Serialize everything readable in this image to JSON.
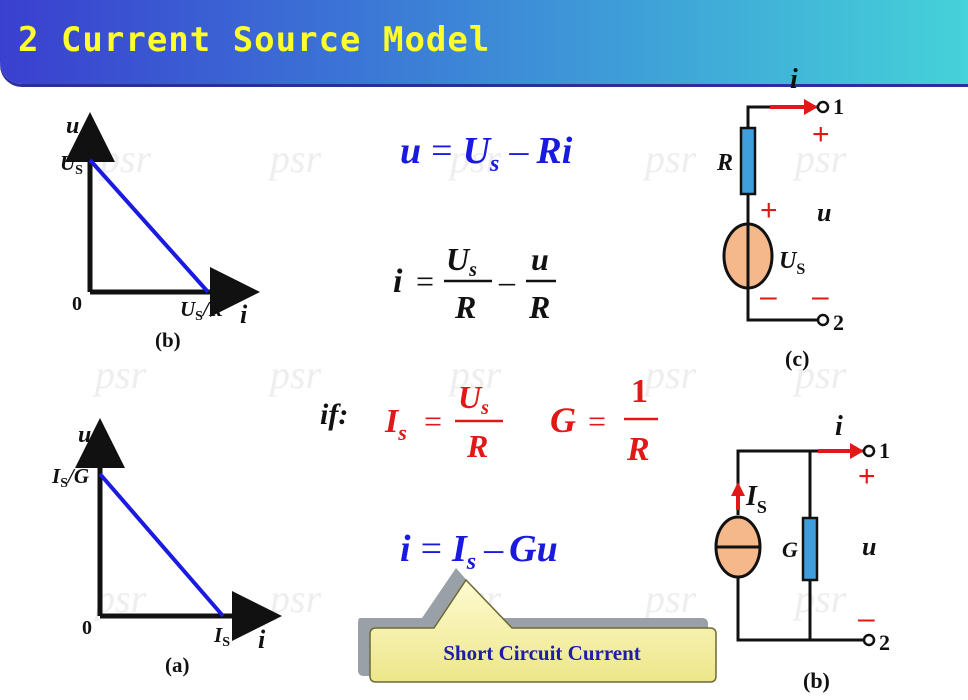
{
  "title": "2  Current Source Model",
  "watermark": "psr",
  "graph_top": {
    "axis_u": "u",
    "axis_i": "i",
    "origin": "0",
    "y_intercept": "U",
    "y_intercept_sub": "S",
    "x_intercept": "U",
    "x_intercept_sub": "S",
    "x_intercept_tail": "/R",
    "caption": "(b)"
  },
  "graph_bottom": {
    "axis_u": "u",
    "axis_i": "i",
    "origin": "0",
    "y_intercept": "I",
    "y_intercept_sub": "S",
    "y_intercept_tail": "/G",
    "x_intercept": "I",
    "x_intercept_sub": "S",
    "caption": "(a)"
  },
  "equations": {
    "eq1": {
      "u": "u",
      "eq": "=",
      "U": "U",
      "s": "s",
      "minus": "–",
      "Ri": "Ri"
    },
    "eq2": {
      "i": "i",
      "eq": "=",
      "Us": "U",
      "s": "s",
      "R1": "R",
      "minus": "–",
      "u": "u",
      "R2": "R"
    },
    "cond": {
      "if": "if:",
      "I": "I",
      "s": "s",
      "eq": "=",
      "U": "U",
      "us": "s",
      "R": "R",
      "G": "G",
      "eq2": "=",
      "one": "1",
      "R2": "R"
    },
    "eq3": {
      "i": "i",
      "eq": "=",
      "I": "I",
      "s": "s",
      "minus": "–",
      "Gu": "Gu"
    }
  },
  "callout": "Short Circuit Current",
  "circuit_c": {
    "current": "i",
    "node1": "1",
    "node2": "2",
    "plus_top": "+",
    "minus_bottom": "–",
    "R": "R",
    "src_plus": "+",
    "src_minus": "–",
    "src": "U",
    "src_sub": "S",
    "u": "u",
    "caption": "(c)"
  },
  "circuit_b": {
    "current": "i",
    "node1": "1",
    "node2": "2",
    "plus": "+",
    "minus": "–",
    "src": "I",
    "src_sub": "S",
    "G": "G",
    "u": "u",
    "caption": "(b)"
  },
  "colors": {
    "line_blue": "#1a1ae0",
    "eq_blue": "#1a1adf",
    "eq_red": "#e01818",
    "arrow_red": "#e01818",
    "source_fill": "#f4b88a",
    "resistor_fill": "#3f9fdc"
  }
}
